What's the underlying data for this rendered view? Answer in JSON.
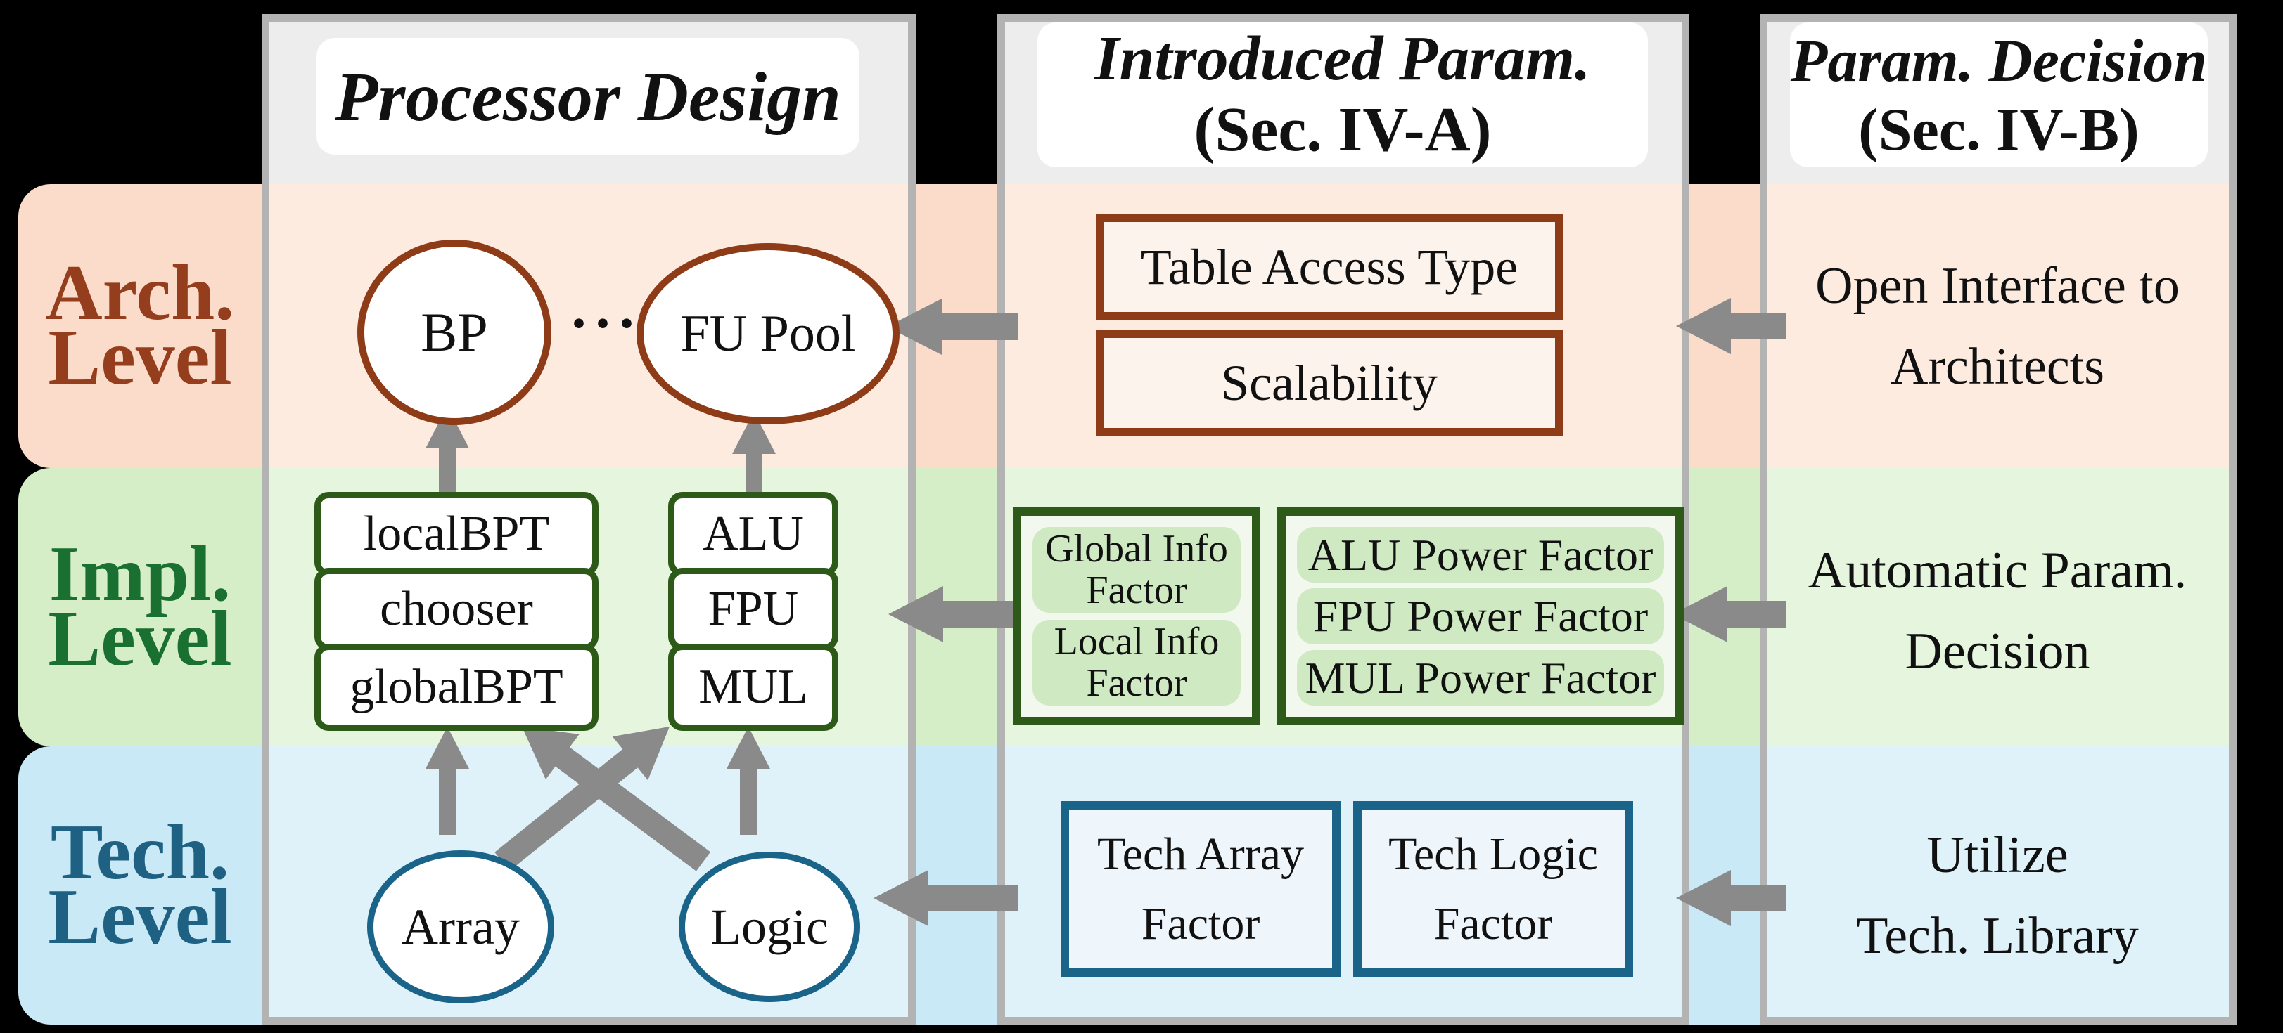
{
  "figure": {
    "type": "methodology-diagram",
    "columns": {
      "processor_design": {
        "title": "Processor Design"
      },
      "introduced_param": {
        "title_line1": "Introduced Param.",
        "title_line2": "(Sec. IV-A)"
      },
      "param_decision": {
        "title_line1": "Param. Decision",
        "title_line2": "(Sec. IV-B)"
      }
    },
    "rows": {
      "arch": {
        "label_line1": "Arch.",
        "label_line2": "Level"
      },
      "impl": {
        "label_line1": "Impl.",
        "label_line2": "Level"
      },
      "tech": {
        "label_line1": "Tech.",
        "label_line2": "Level"
      }
    },
    "processor_design": {
      "arch_nodes": [
        "BP",
        "FU Pool"
      ],
      "ellipsis": "···",
      "impl_left_boxes": [
        "localBPT",
        "chooser",
        "globalBPT"
      ],
      "impl_right_boxes": [
        "ALU",
        "FPU",
        "MUL"
      ],
      "tech_nodes": [
        "Array",
        "Logic"
      ]
    },
    "introduced_param": {
      "arch_boxes": [
        "Table Access Type",
        "Scalability"
      ],
      "impl_info_factors": [
        "Global Info Factor",
        "Local Info Factor"
      ],
      "impl_power_factors": [
        "ALU Power Factor",
        "FPU Power Factor",
        "MUL Power Factor"
      ],
      "tech_boxes": [
        "Tech Array Factor",
        "Tech Logic Factor"
      ]
    },
    "param_decision": {
      "arch_line1": "Open Interface to",
      "arch_line2": "Architects",
      "impl_line1": "Automatic Param.",
      "impl_line2": "Decision",
      "tech_line1": "Utilize",
      "tech_line2": "Tech. Library"
    },
    "colors": {
      "band_arch": "#fbdcca",
      "band_impl": "#d5eec7",
      "band_tech": "#c9e9f7",
      "arch_accent": "#8e3b17",
      "arch_label_text": "#953e1d",
      "impl_accent": "#2d5a18",
      "impl_label_text": "#1a7030",
      "tech_accent": "#1a6389",
      "tech_label_text": "#1e6182",
      "arrow_gray": "#8a8a8a",
      "column_border": "#b3b3b3",
      "column_header_bg": "#ededed",
      "page_bg": "#000000"
    }
  }
}
